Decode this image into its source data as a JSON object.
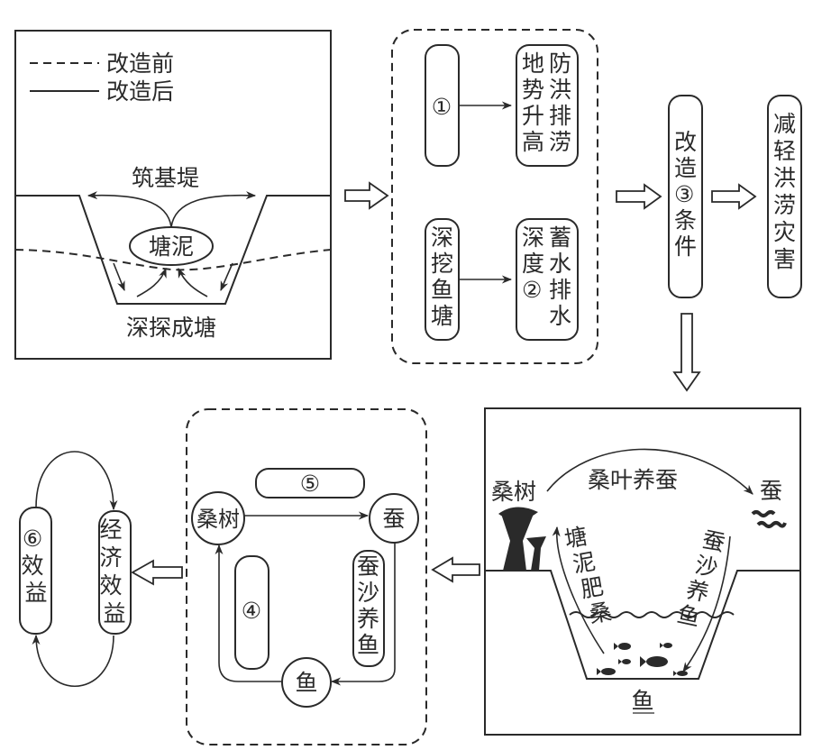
{
  "panel1": {
    "legend": [
      {
        "style": "dashed",
        "label": "改造前"
      },
      {
        "style": "solid",
        "label": "改造后"
      }
    ],
    "build_dike_label": "筑基堤",
    "pond_mud_label": "塘泥",
    "dig_pond_label": "深探成塘"
  },
  "panel2": {
    "box1_label": "①",
    "box1_result": [
      "地势",
      "升高"
    ],
    "box1_result_cols": [
      "地势升高",
      "防洪排涝"
    ],
    "box2_label": "深挖鱼塘",
    "box2_result_cols": [
      "深度②",
      "蓄水排水"
    ]
  },
  "middle": {
    "condition_chars": [
      "改",
      "造",
      "③",
      "条",
      "件"
    ],
    "outcome_chars": [
      "减",
      "轻",
      "洪",
      "涝",
      "灾",
      "害"
    ]
  },
  "panel3": {
    "mulberry_label": "桑树",
    "leaf_feed_label": "桑叶养蚕",
    "silkworm_label": "蚕",
    "mud_fertilize_label": "塘泥肥桑",
    "silk_feed_fish_label": "蚕沙养鱼",
    "fish_label": "鱼"
  },
  "panel4": {
    "node_mulberry": "桑树",
    "node_silkworm": "蚕",
    "node_fish": "鱼",
    "blank5": "⑤",
    "blank4": "④",
    "silk_feed_fish": "蚕沙养鱼"
  },
  "panel5": {
    "left_chars": [
      "⑥",
      "效",
      "益"
    ],
    "right_chars": [
      "经",
      "济",
      "效",
      "益"
    ]
  }
}
